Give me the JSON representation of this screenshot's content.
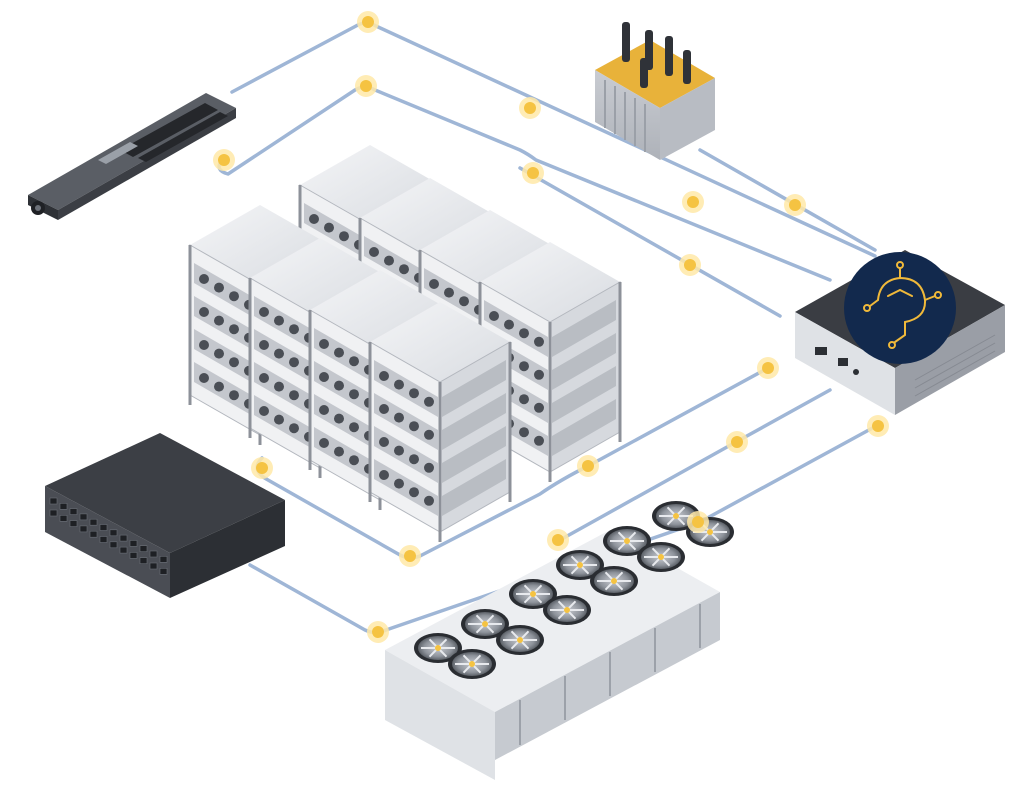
{
  "colors": {
    "cable": "#9fb6d6",
    "node": "#f5c342",
    "node_glow": "#ffe9a8",
    "controller_badge": "#12294d",
    "controller_circuit": "#f0b93a",
    "rack_frame": "#e4e6ea",
    "equipment_dark": "#3a3d42"
  },
  "diagram": {
    "devices": [
      {
        "id": "power-distribution-unit",
        "icon": "pdu-icon"
      },
      {
        "id": "transformer",
        "icon": "transformer-icon"
      },
      {
        "id": "mining-rig-racks",
        "icon": "server-rack-icon",
        "count": 8
      },
      {
        "id": "controller",
        "icon": "ai-controller-icon"
      },
      {
        "id": "network-switch",
        "icon": "network-switch-icon"
      },
      {
        "id": "dry-cooler",
        "icon": "cooling-fan-icon",
        "fans": 12
      }
    ],
    "connections": [
      {
        "from": "power-distribution-unit",
        "to": "controller"
      },
      {
        "from": "transformer",
        "to": "controller"
      },
      {
        "from": "mining-rig-racks",
        "to": "controller"
      },
      {
        "from": "network-switch",
        "to": "controller"
      },
      {
        "from": "dry-cooler",
        "to": "controller"
      }
    ]
  }
}
